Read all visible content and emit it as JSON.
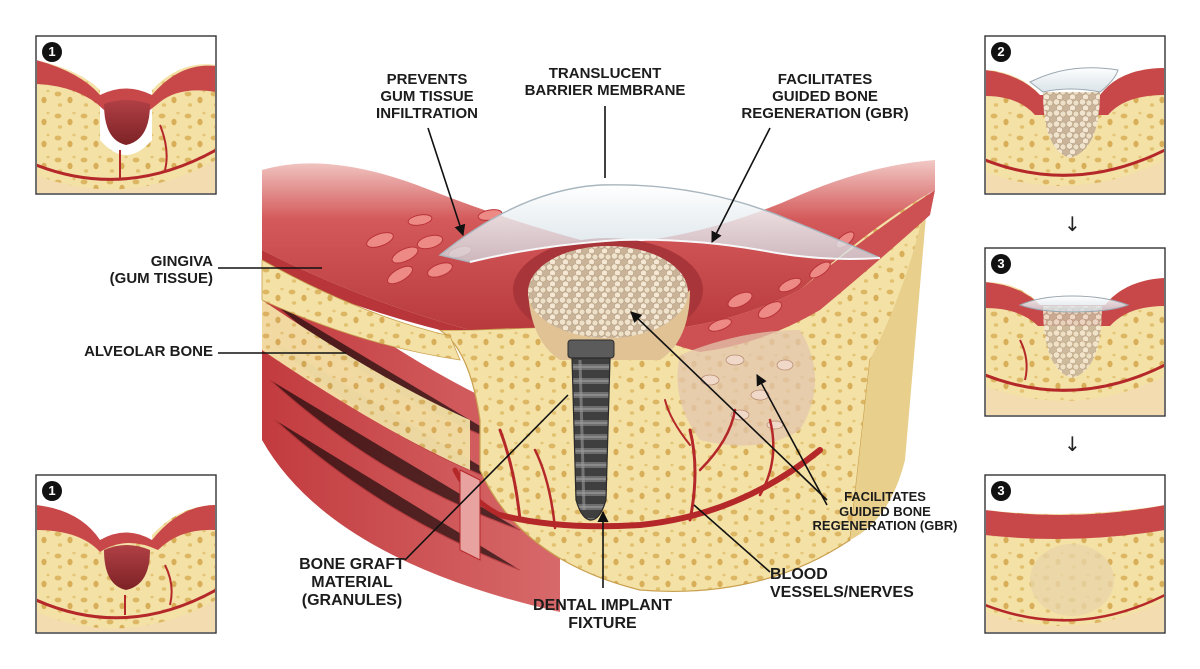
{
  "labels": {
    "prevents": "PREVENTS\nGUM TISSUE\nINFILTRATION",
    "membrane": "TRANSLUCENT\nBARRIER MEMBRANE",
    "gbr_top": "FACILITATES\nGUIDED BONE\nREGENERATION (GBR)",
    "gingiva": "GINGIVA\n(GUM TISSUE)",
    "alveolar": "ALVEOLAR BONE",
    "gbr_right": "FACILITATES\nGUIDED BONE\nREGENERATION (GBR)",
    "graft": "BONE GRAFT\nMATERIAL\n(GRANULES)",
    "implant": "DENTAL IMPLANT\nFIXTURE",
    "vessels": "BLOOD\nVESSELS/NERVES"
  },
  "steps": {
    "top_left": "1",
    "bottom_left": "1",
    "right_1": "2",
    "right_2": "3",
    "right_3": "3"
  },
  "arrow_glyph": "↓",
  "colors": {
    "gum": "#c8484a",
    "gum_light": "#e9a8a4",
    "bone": "#f3e1a6",
    "bone_spot": "#d9b55f",
    "vessel": "#b5282a",
    "implant": "#4a4a4a",
    "membrane": "#e6edf1"
  }
}
